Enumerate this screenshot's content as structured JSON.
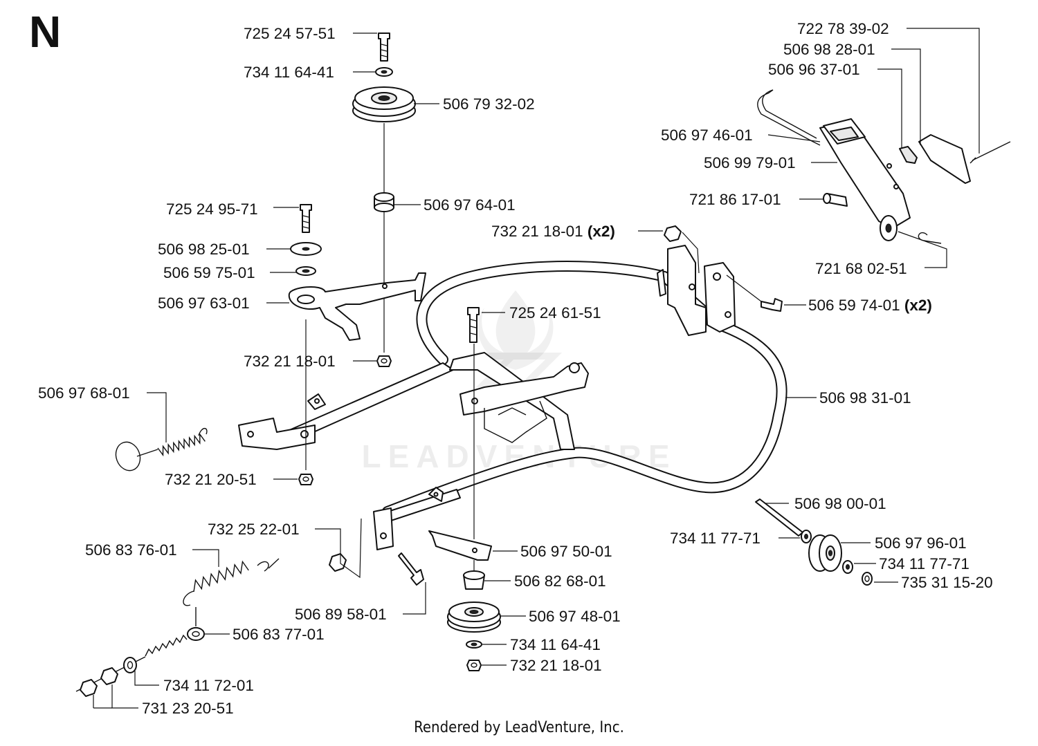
{
  "diagram": {
    "section_letter": "N",
    "footer": "Rendered by LeadVenture, Inc.",
    "watermark": "LEADVENTURE",
    "parts": [
      {
        "id": "p1",
        "number": "725 24 57-51"
      },
      {
        "id": "p2",
        "number": "734 11 64-41"
      },
      {
        "id": "p3",
        "number": "506 79 32-02"
      },
      {
        "id": "p4",
        "number": "506 97 64-01"
      },
      {
        "id": "p5",
        "number": "725 24 95-71"
      },
      {
        "id": "p6",
        "number": "506 98 25-01"
      },
      {
        "id": "p7",
        "number": "506 59 75-01"
      },
      {
        "id": "p8",
        "number": "506 97 63-01"
      },
      {
        "id": "p9",
        "number": "732 21 18-01"
      },
      {
        "id": "p10",
        "number": "506 97 68-01"
      },
      {
        "id": "p11",
        "number": "732 21 20-51"
      },
      {
        "id": "p12",
        "number": "732 25 22-01"
      },
      {
        "id": "p13",
        "number": "506 83 76-01"
      },
      {
        "id": "p14",
        "number": "506 83 77-01"
      },
      {
        "id": "p15",
        "number": "734 11 72-01"
      },
      {
        "id": "p16",
        "number": "731 23 20-51"
      },
      {
        "id": "p17",
        "number": "506 89 58-01"
      },
      {
        "id": "p18",
        "number": "725 24 61-51"
      },
      {
        "id": "p19",
        "number": "506 97 50-01"
      },
      {
        "id": "p20",
        "number": "506 82 68-01"
      },
      {
        "id": "p21",
        "number": "506 97 48-01"
      },
      {
        "id": "p22",
        "number": "734 11 64-41"
      },
      {
        "id": "p23",
        "number": "732 21 18-01"
      },
      {
        "id": "p24",
        "number": "506 98 31-01"
      },
      {
        "id": "p25",
        "number": "732 21 18-01",
        "qty": "(x2)"
      },
      {
        "id": "p26",
        "number": "506 59 74-01",
        "qty": "(x2)"
      },
      {
        "id": "p27",
        "number": "722 78 39-02"
      },
      {
        "id": "p28",
        "number": "506 98 28-01"
      },
      {
        "id": "p29",
        "number": "506 96 37-01"
      },
      {
        "id": "p30",
        "number": "506 97 46-01"
      },
      {
        "id": "p31",
        "number": "506 99 79-01"
      },
      {
        "id": "p32",
        "number": "721 86 17-01"
      },
      {
        "id": "p33",
        "number": "721 68 02-51"
      },
      {
        "id": "p34",
        "number": "506 98 00-01"
      },
      {
        "id": "p35",
        "number": "734 11 77-71"
      },
      {
        "id": "p36",
        "number": "506 97 96-01"
      },
      {
        "id": "p37",
        "number": "734 11 77-71"
      },
      {
        "id": "p38",
        "number": "735 31 15-20"
      }
    ]
  }
}
